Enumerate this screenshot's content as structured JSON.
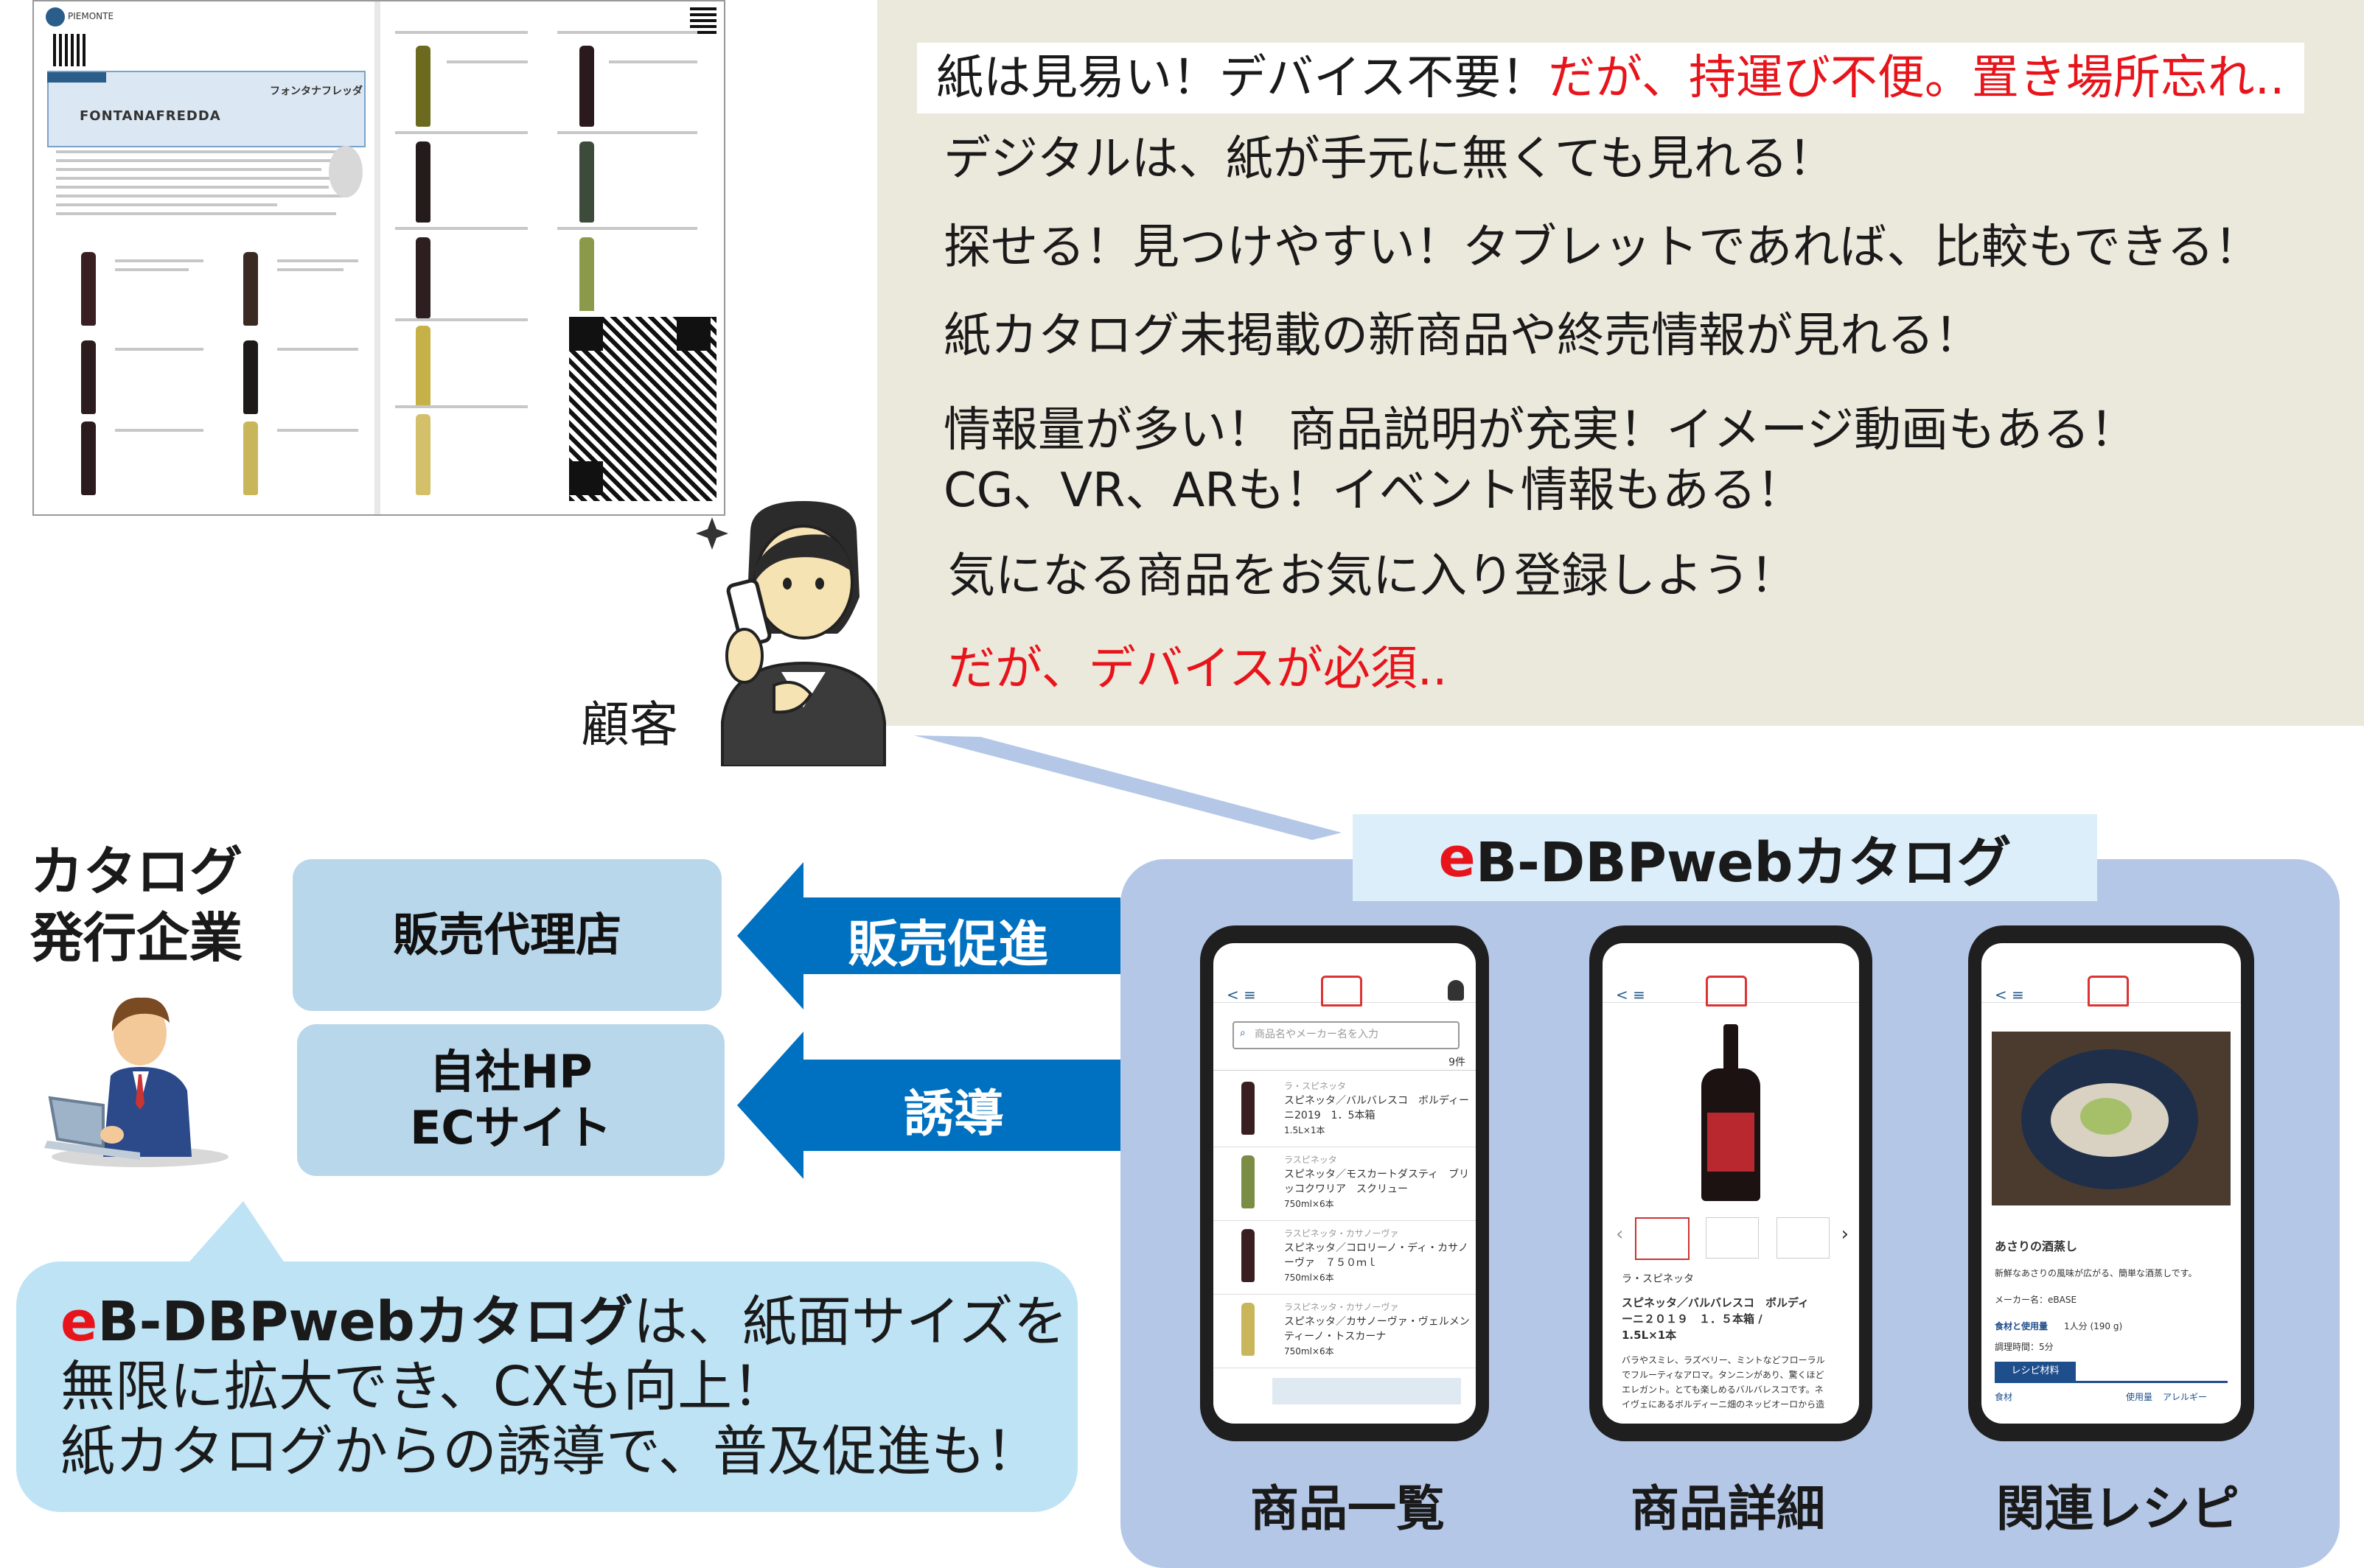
{
  "panel": {
    "line1_a": "紙は見易い！デバイス不要！",
    "line1_b": "だが、持運び不便。置き場所忘れ..",
    "line2": "デジタルは、紙が手元に無くても見れる！",
    "line3": "探せる！見つけやすい！タブレットであれば、比較もできる！",
    "line4": "紙カタログ未掲載の新商品や終売情報が見れる！",
    "line5": "情報量が多い！ 商品説明が充実！イメージ動画もある！",
    "line6": "CG、VR、ARも！イベント情報もある！",
    "line7": "気になる商品をお気に入り登録しよう！",
    "line8": "だが、デバイスが必須.."
  },
  "customer": {
    "label": "顧客"
  },
  "catalog": {
    "brand": "FONTANAFREDDA",
    "region": "PIEMONTE",
    "title": "フォンタナフレッダ"
  },
  "publisher": {
    "line1": "カタログ",
    "line2": "発行企業"
  },
  "boxes": {
    "dealer": "販売代理店",
    "hp_line1": "自社HP",
    "hp_line2": "ECサイト"
  },
  "arrows": {
    "promo": "販売促進",
    "guide": "誘導"
  },
  "eb": {
    "title_e": "e",
    "title_rest": "B-DBPwebカタログ"
  },
  "screens": {
    "list": {
      "caption": "商品一覧",
      "search_placeholder": "商品名やメーカー名を入力",
      "count": "9件",
      "items": [
        {
          "maker": "ラ・スピネッタ",
          "name1": "スピネッタ／バルバレスコ　ボルディー",
          "name2": "ニ2019　1．5本箱",
          "size": "1.5L×1本"
        },
        {
          "maker": "ラスピネッタ",
          "name1": "スピネッタ／モスカートダスティ　ブリ",
          "name2": "ッコクワリア　スクリュー",
          "size": "750ml×6本"
        },
        {
          "maker": "ラスピネッタ・カサノーヴァ",
          "name1": "スピネッタ／コロリーノ・ディ・カサノ",
          "name2": "ーヴァ　７５０ｍｌ",
          "size": "750ml×6本"
        },
        {
          "maker": "ラスピネッタ・カサノーヴァ",
          "name1": "スピネッタ／カサノーヴァ・ヴェルメン",
          "name2": "ティーノ・トスカーナ",
          "size": "750ml×6本"
        }
      ]
    },
    "detail": {
      "caption": "商品詳細",
      "maker": "ラ・スピネッタ",
      "name1": "スピネッタ／バルバレスコ　ボルディ",
      "name2": "ーニ２０１９　１．５本箱 /",
      "size": "1.5L×1本",
      "desc1": "バラやスミレ、ラズベリー、ミントなどフローラル",
      "desc2": "でフルーティなアロマ。タンニンがあり、驚くほど",
      "desc3": "エレガント。とても楽しめるバルバレスコです。ネ",
      "desc4": "イヴェにあるボルディーニ畑のネッビオーロから造"
    },
    "recipe": {
      "caption": "関連レシピ",
      "title": "あさりの酒蒸し",
      "desc": "新鮮なあさりの風味が広がる、簡単な酒蒸しです。",
      "maker": "メーカー名：eBASE",
      "serving_label": "食材と使用量",
      "serving": "1人分 (190 g)",
      "time": "調理時間：5分",
      "tab": "レシピ材料",
      "col1": "食材",
      "col2": "使用量",
      "col3": "アレルギー"
    }
  },
  "bubble": {
    "l1_e": "e",
    "l1_bold": "B-DBPwebカタログ",
    "l1_rest": "は、紙面サイズを",
    "l2": "無限に拡大でき、CXも向上！",
    "l3": "紙カタログからの誘導で、普及促進も！"
  },
  "colors": {
    "accent_red": "#e8141b",
    "arrow_blue": "#0070c0",
    "box_blue": "#b9d7ea",
    "panel_blue": "#b4c7e7",
    "panel_beige": "#ebe8dc"
  }
}
